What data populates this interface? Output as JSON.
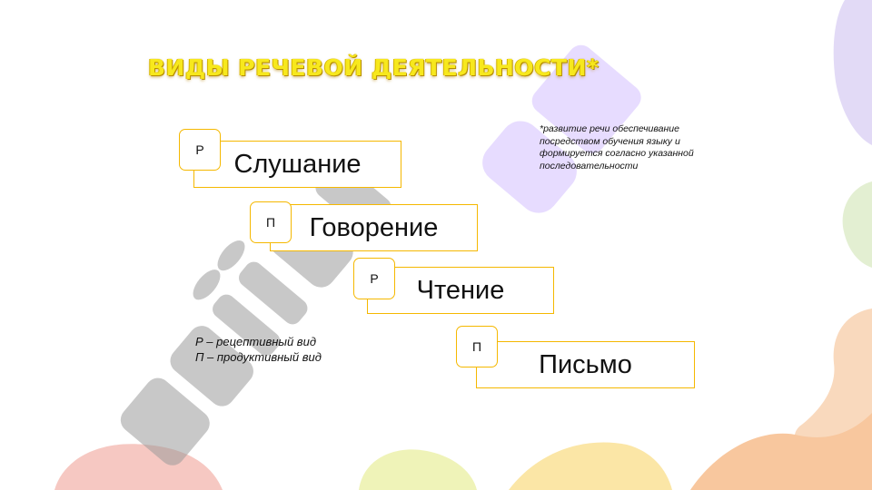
{
  "slide": {
    "title": "ВИДЫ РЕЧЕВОЙ ДЕЯТЕЛЬНОСТИ*",
    "footnote": "*развитие речи обеспечивание посредством обучения языку и формируется согласно указанной последовательности"
  },
  "activities": [
    {
      "badge": "Р",
      "label": "Слушание"
    },
    {
      "badge": "П",
      "label": "Говорение"
    },
    {
      "badge": "Р",
      "label": "Чтение"
    },
    {
      "badge": "П",
      "label": "Письмо"
    }
  ],
  "legend": {
    "receptive": "Р – рецептивный вид",
    "productive": "П – продуктивный вид"
  },
  "colors": {
    "box_border": "#f5b800",
    "title_fill": "#f7e81d",
    "watermark_gray": "#9a9a9a",
    "watermark_purple": "#c9b2ff"
  }
}
